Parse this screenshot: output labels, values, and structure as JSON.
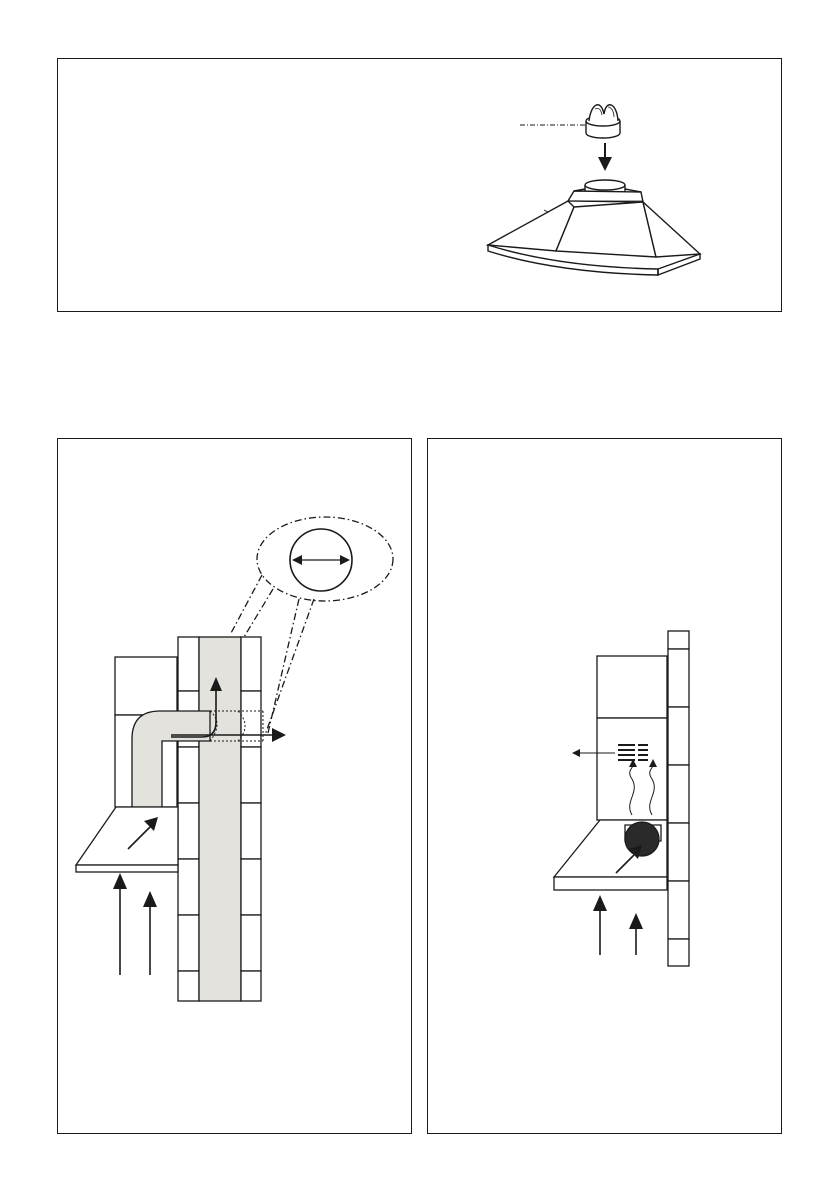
{
  "figures": [
    {
      "id": "hood-assembly",
      "subject": "chimney-hood-with-check-valve"
    },
    {
      "id": "ducted-mode",
      "subject": "extraction-through-wall"
    },
    {
      "id": "recirculation-mode",
      "subject": "filter-recirculation"
    }
  ],
  "colors": {
    "line": "#1a1a1a",
    "duct_fill": "#e4e2dd",
    "filter_fill": "#2a2a2a",
    "background": "#ffffff"
  }
}
